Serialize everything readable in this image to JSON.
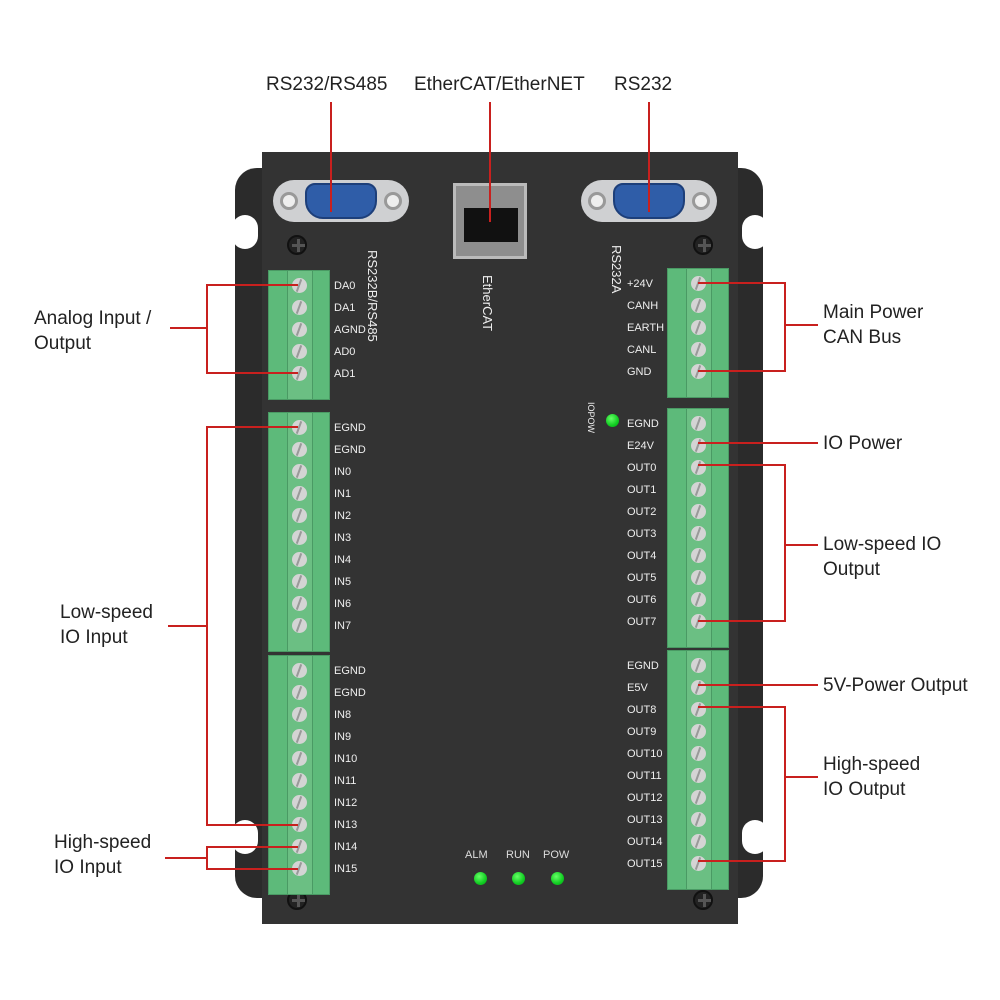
{
  "top_labels": {
    "left": "RS232/RS485",
    "center": "EtherCAT/EtherNET",
    "right": "RS232"
  },
  "board_labels": {
    "left_port": "RS232B/RS485",
    "ethercat": "EtherCAT",
    "right_port": "RS232A",
    "iopow": "IOPOW"
  },
  "callouts": {
    "analog": "Analog Input / Output",
    "low_in": "Low-speed IO Input",
    "high_in": "High-speed IO Input",
    "main_power": "Main Power CAN Bus",
    "io_power": "IO Power",
    "low_out": "Low-speed IO Output",
    "power5v": "5V-Power Output",
    "high_out": "High-speed IO Output"
  },
  "terminals": {
    "analog": [
      "DA0",
      "DA1",
      "AGND",
      "AD0",
      "AD1"
    ],
    "input1": [
      "EGND",
      "EGND",
      "IN0",
      "IN1",
      "IN2",
      "IN3",
      "IN4",
      "IN5",
      "IN6",
      "IN7"
    ],
    "input2": [
      "EGND",
      "EGND",
      "IN8",
      "IN9",
      "IN10",
      "IN11",
      "IN12",
      "IN13",
      "IN14",
      "IN15"
    ],
    "power": [
      "+24V",
      "CANH",
      "EARTH",
      "CANL",
      "GND"
    ],
    "output1": [
      "EGND",
      "E24V",
      "OUT0",
      "OUT1",
      "OUT2",
      "OUT3",
      "OUT4",
      "OUT5",
      "OUT6",
      "OUT7"
    ],
    "output2": [
      "EGND",
      "E5V",
      "OUT8",
      "OUT9",
      "OUT10",
      "OUT11",
      "OUT12",
      "OUT13",
      "OUT14",
      "OUT15"
    ]
  },
  "leds": [
    "ALM",
    "RUN",
    "POW"
  ],
  "colors": {
    "leader": "#c8201e",
    "terminal": "#5dba7a",
    "led": "#22cc33"
  }
}
